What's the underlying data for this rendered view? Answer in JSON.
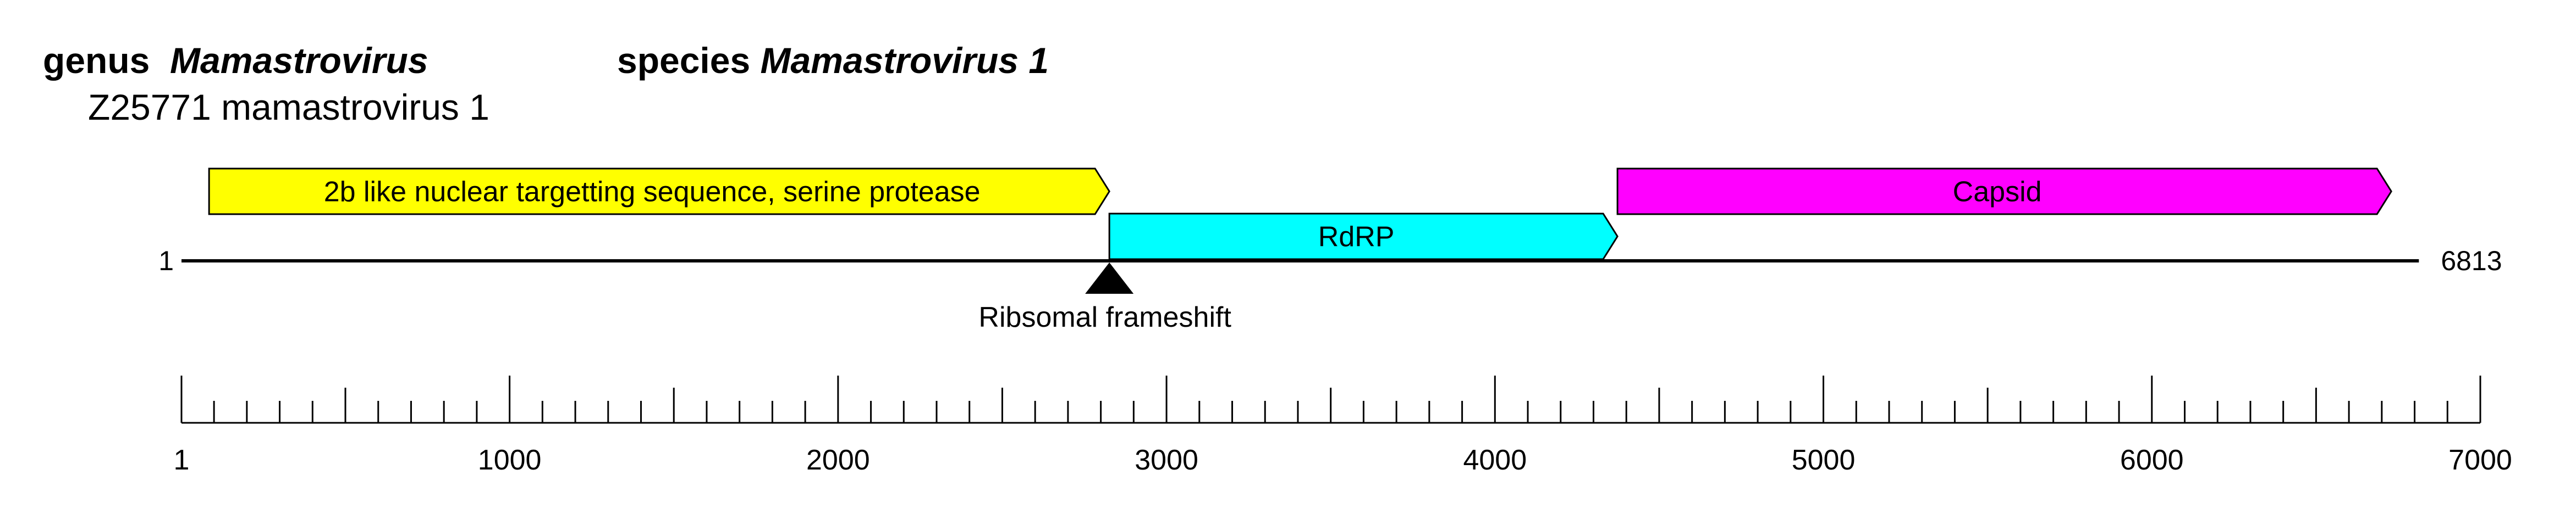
{
  "header": {
    "genus_label": "genus",
    "genus_name": "Mamastrovirus",
    "species_label": "species",
    "species_name": "Mamastrovirus 1",
    "strain": "Z25771 mamastrovirus 1"
  },
  "genome": {
    "start": 1,
    "end": 6813,
    "start_label": "1",
    "end_label": "6813"
  },
  "features": [
    {
      "label": "2b like nuclear targetting sequence, serine  protease",
      "start": 85,
      "end": 2826,
      "row": 0,
      "color": "#ffff00"
    },
    {
      "label": "RdRP",
      "start": 2826,
      "end": 4373,
      "row": 1,
      "color": "#00ffff"
    },
    {
      "label": "Capsid",
      "start": 4373,
      "end": 6729,
      "row": 0,
      "color": "#ff00ff"
    }
  ],
  "marker": {
    "label": "Ribsomal frameshift",
    "position": 2826
  },
  "scale": {
    "min": 1,
    "max": 7000,
    "minor_step": 100,
    "major_step": 500,
    "labels": [
      {
        "value": 1,
        "text": "1"
      },
      {
        "value": 1000,
        "text": "1000"
      },
      {
        "value": 2000,
        "text": "2000"
      },
      {
        "value": 3000,
        "text": "3000"
      },
      {
        "value": 4000,
        "text": "4000"
      },
      {
        "value": 5000,
        "text": "5000"
      },
      {
        "value": 6000,
        "text": "6000"
      },
      {
        "value": 7000,
        "text": "7000"
      }
    ]
  }
}
